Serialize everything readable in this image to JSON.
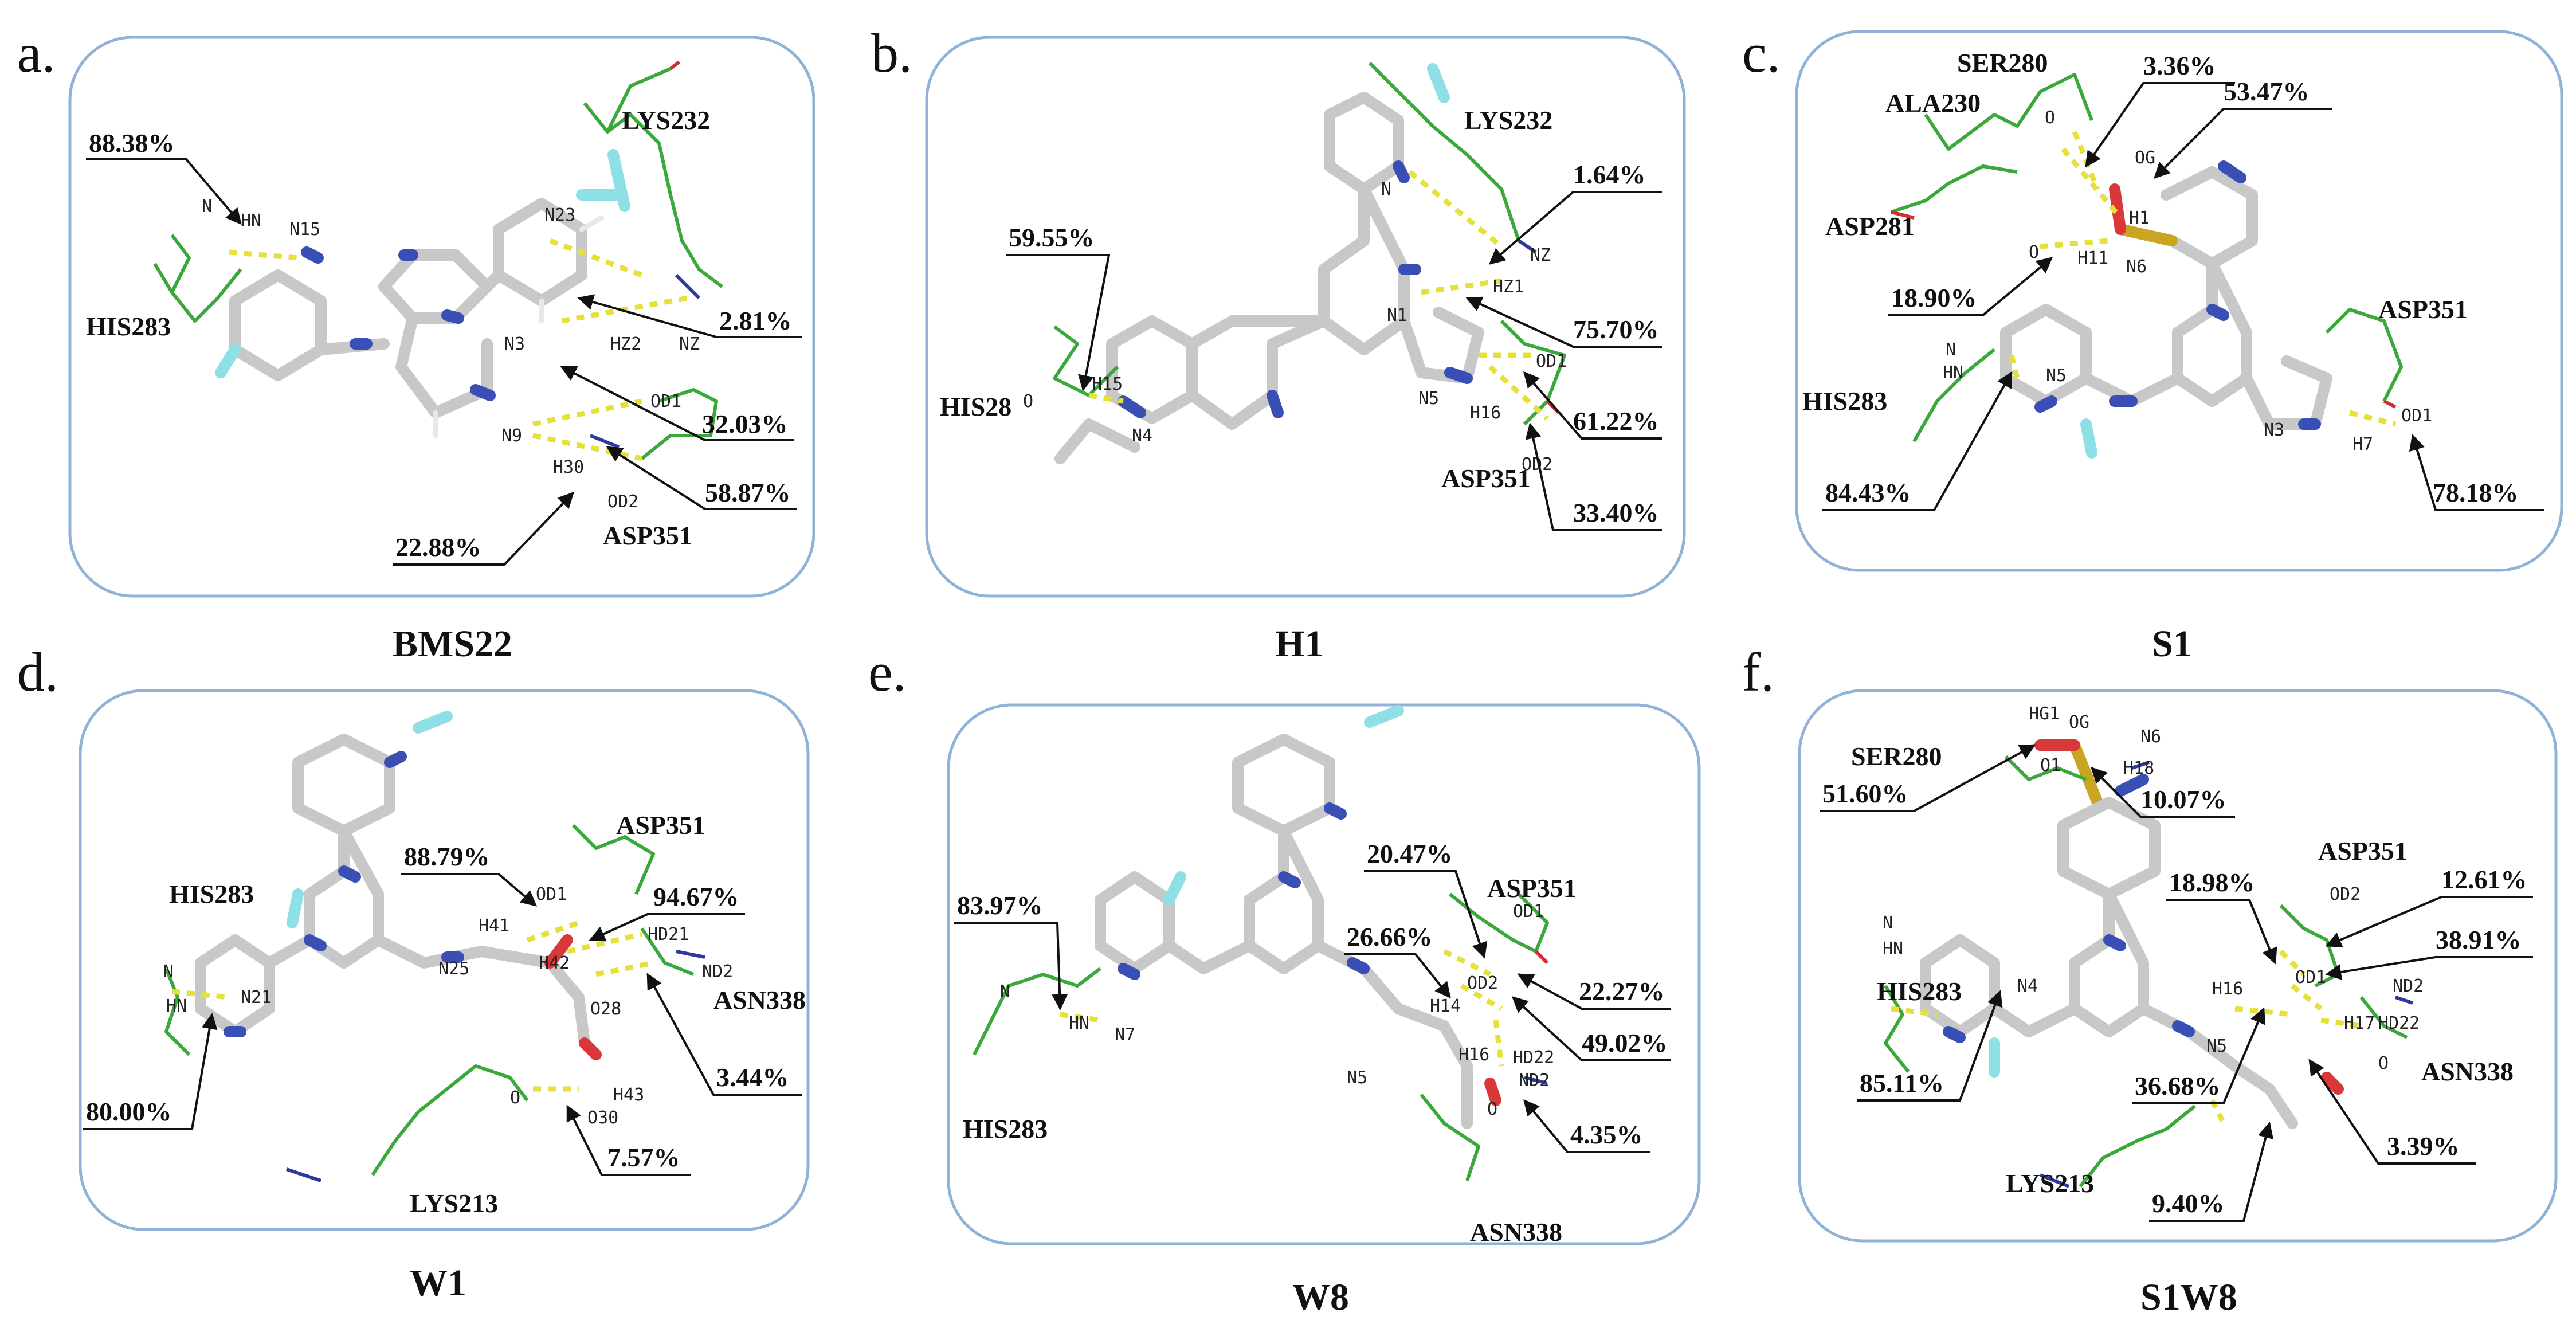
{
  "panels": [
    {
      "letter": "a.",
      "caption": "BMS22",
      "residues": [
        "LYS232",
        "HIS283",
        "ASP351"
      ],
      "atoms": [
        "N",
        "HN",
        "N15",
        "N23",
        "N3",
        "HZ2",
        "NZ",
        "OD1",
        "N9",
        "H30",
        "OD2"
      ],
      "percentages": [
        "88.38%",
        "2.81%",
        "32.03%",
        "58.87%",
        "22.88%"
      ]
    },
    {
      "letter": "b.",
      "caption": "H1",
      "residues": [
        "LYS232",
        "HIS28",
        "ASP351"
      ],
      "atoms": [
        "N",
        "NZ",
        "HZ1",
        "N1",
        "H15",
        "N4",
        "O",
        "N5",
        "H16",
        "OD1",
        "OD2"
      ],
      "percentages": [
        "1.64%",
        "59.55%",
        "75.70%",
        "61.22%",
        "33.40%"
      ]
    },
    {
      "letter": "c.",
      "caption": "S1",
      "residues": [
        "SER280",
        "ALA230",
        "ASP281",
        "ASP351",
        "HIS283"
      ],
      "atoms": [
        "O",
        "OG",
        "H1",
        "H11",
        "N6",
        "O",
        "N",
        "HN",
        "N5",
        "N3",
        "H7",
        "OD1"
      ],
      "percentages": [
        "3.36%",
        "53.47%",
        "18.90%",
        "84.43%",
        "78.18%"
      ]
    },
    {
      "letter": "d.",
      "caption": "W1",
      "residues": [
        "HIS283",
        "ASP351",
        "ASN338",
        "LYS213"
      ],
      "atoms": [
        "OD1",
        "H41",
        "H42",
        "HD21",
        "ND2",
        "N25",
        "O28",
        "N",
        "HN",
        "N21",
        "O",
        "H43",
        "O30"
      ],
      "percentages": [
        "88.79%",
        "94.67%",
        "3.44%",
        "80.00%",
        "7.57%"
      ]
    },
    {
      "letter": "e.",
      "caption": "W8",
      "residues": [
        "ASP351",
        "HIS283",
        "ASN338"
      ],
      "atoms": [
        "OD1",
        "OD2",
        "H14",
        "H16",
        "HD22",
        "ND2",
        "O",
        "N",
        "HN",
        "N7",
        "N5"
      ],
      "percentages": [
        "20.47%",
        "83.97%",
        "26.66%",
        "22.27%",
        "49.02%",
        "4.35%"
      ]
    },
    {
      "letter": "f.",
      "caption": "S1W8",
      "residues": [
        "SER280",
        "ASP351",
        "HIS283",
        "ASN338",
        "LYS213"
      ],
      "atoms": [
        "HG1",
        "OG",
        "O1",
        "N6",
        "H18",
        "OD2",
        "OD1",
        "N",
        "HN",
        "N4",
        "H16",
        "N5",
        "ND2",
        "H17",
        "HD22",
        "O"
      ],
      "percentages": [
        "51.60%",
        "10.07%",
        "18.98%",
        "12.61%",
        "38.91%",
        "85.11%",
        "36.68%",
        "3.39%",
        "9.40%"
      ]
    }
  ],
  "colors": {
    "panel_border": "#8fb2d6",
    "ligand_carbon": "#c8c8c8",
    "nitrogen": "#3a4fb5",
    "fluorine": "#8fe0e6",
    "oxygen": "#d9383a",
    "sulfur": "#c9a521",
    "residue_carbon": "#3aa83a",
    "hbond": "#e6e03a"
  }
}
